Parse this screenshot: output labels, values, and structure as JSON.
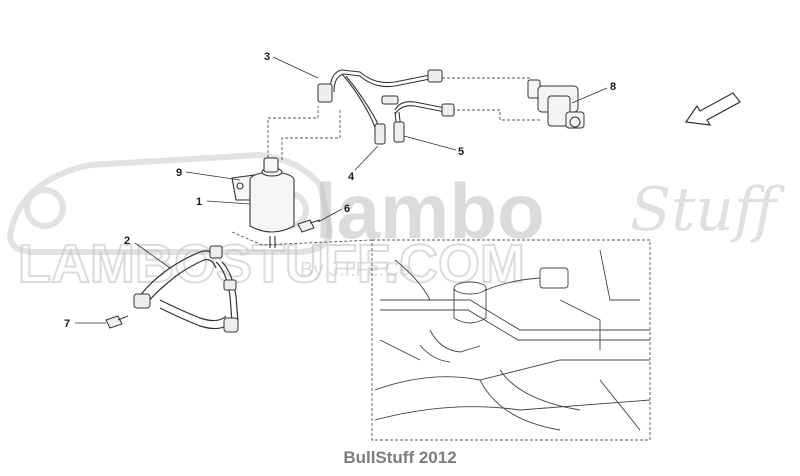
{
  "callouts": [
    {
      "id": "1",
      "label": "1"
    },
    {
      "id": "2",
      "label": "2"
    },
    {
      "id": "3",
      "label": "3"
    },
    {
      "id": "4",
      "label": "4"
    },
    {
      "id": "5",
      "label": "5"
    },
    {
      "id": "6",
      "label": "6"
    },
    {
      "id": "7",
      "label": "7"
    },
    {
      "id": "8",
      "label": "8"
    },
    {
      "id": "9",
      "label": "9"
    }
  ],
  "watermark": {
    "logo_text": "lambo",
    "script_text": "Stuff",
    "site_text": "LAMBOSTUFF.COM",
    "byline": "By J.I.Fe.Co"
  },
  "footer": {
    "credit": "BullStuff 2012"
  },
  "colors": {
    "line": "#333333",
    "watermark": "#bfbfbf",
    "footer": "#7d7d7d"
  }
}
